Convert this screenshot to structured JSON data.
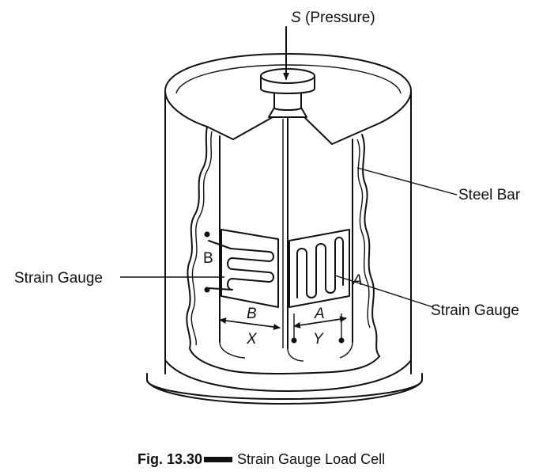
{
  "diagram": {
    "labels": {
      "pressure_symbol": "S",
      "pressure_text": "(Pressure)",
      "steel_bar": "Steel Bar",
      "strain_gauge_left": "Strain Gauge",
      "strain_gauge_right": "Strain Gauge",
      "face_b": "B",
      "face_a": "A",
      "dim_b": "B",
      "dim_a": "A",
      "dim_x": "X",
      "dim_y": "Y"
    }
  },
  "caption": {
    "figure_number": "Fig. 13.30",
    "title": "Strain Gauge Load Cell"
  }
}
